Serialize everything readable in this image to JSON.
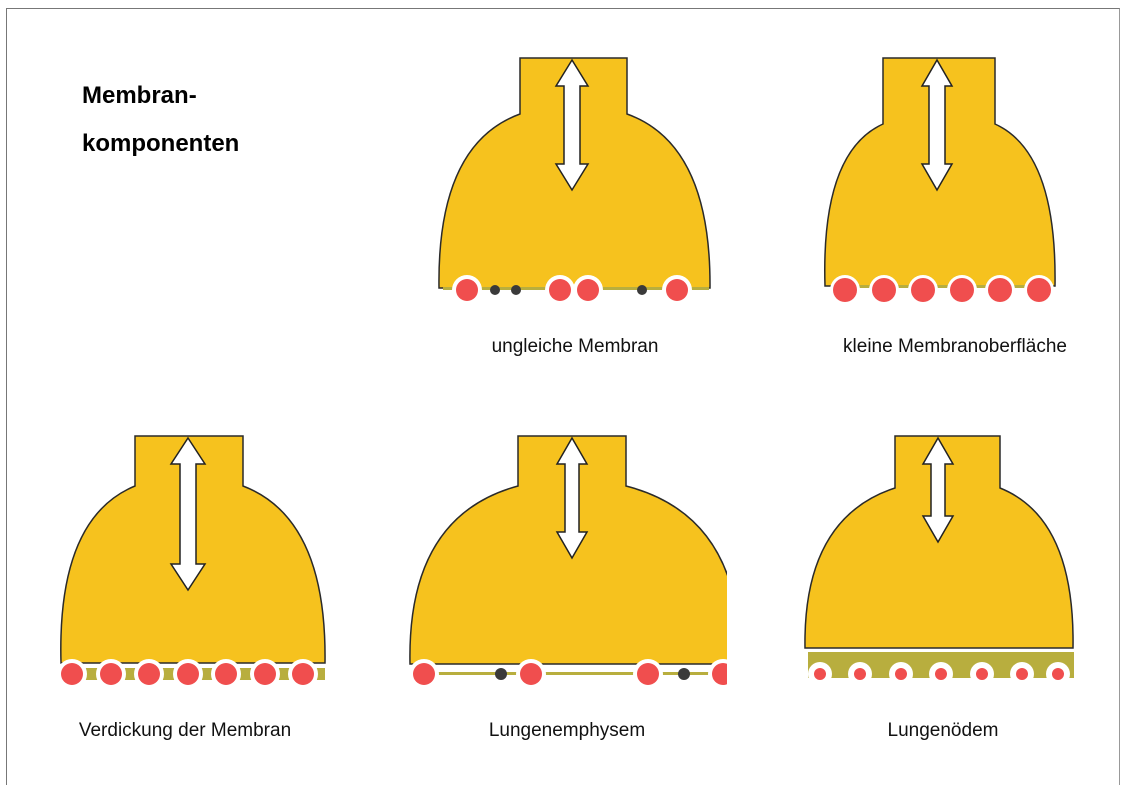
{
  "title": "Membran-\nkomponenten",
  "colors": {
    "alveolus_fill": "#F6C21E",
    "alveolus_stroke": "#2a2a2a",
    "membrane": "#B8AE3E",
    "capillary": "#F04E4E",
    "capillary_ring": "#ffffff",
    "dark_dot": "#3a3a3a",
    "arrow_fill": "#ffffff"
  },
  "panels": [
    {
      "caption": "ungleiche Membran",
      "membrane": "thin",
      "capillaries": [
        "red",
        "dark",
        "dark",
        "red",
        "red",
        "dark",
        "red"
      ]
    },
    {
      "caption": "kleine Membranoberfläche",
      "membrane": "thin",
      "shape": "small",
      "capillaries": [
        "red",
        "red",
        "red",
        "red",
        "red",
        "red"
      ]
    },
    {
      "caption": "Verdickung der Membran",
      "membrane": "thick",
      "capillaries": [
        "red",
        "red",
        "red",
        "red",
        "red",
        "red",
        "red"
      ]
    },
    {
      "caption": "Lungenemphysem",
      "membrane": "thin",
      "shape": "wide",
      "capillaries": [
        "red",
        "dark",
        "red",
        "red",
        "dark",
        "red"
      ]
    },
    {
      "caption": "Lungenödem",
      "membrane": "edema",
      "capillaries": [
        "small",
        "small",
        "small",
        "small",
        "small",
        "small",
        "small"
      ]
    }
  ]
}
